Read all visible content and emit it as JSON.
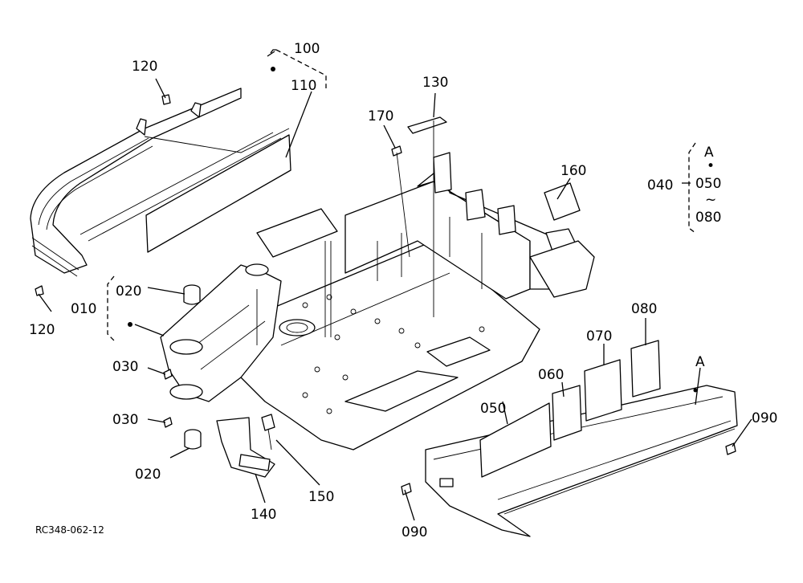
{
  "drawing_code": "RC348-062-12",
  "callouts": {
    "c100": "100",
    "c110": "110",
    "c120_top": "120",
    "c120_left": "120",
    "c130": "130",
    "c170": "170",
    "c160": "160",
    "c040": "040",
    "c040_a": "A",
    "c040_dot": "•",
    "c040_050": "050",
    "c040_tilde": "~",
    "c040_080": "080",
    "c010": "010",
    "c020_top": "020",
    "c020_bottom": "020",
    "c030_top": "030",
    "c030_bottom": "030",
    "c140": "140",
    "c150": "150",
    "c050": "050",
    "c060": "060",
    "c070": "070",
    "c080": "080",
    "cA": "A",
    "c090_right": "090",
    "c090_bottom": "090"
  }
}
